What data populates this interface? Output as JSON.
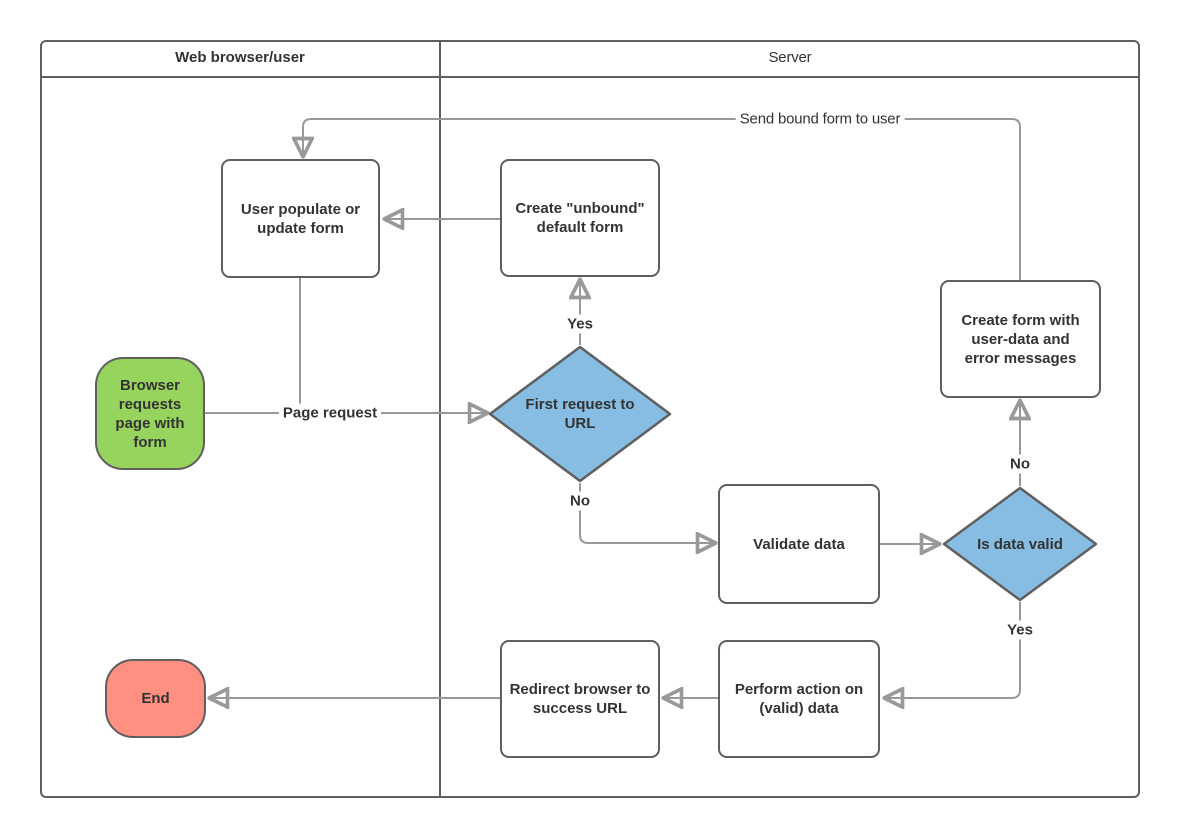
{
  "diagram": {
    "lanes": {
      "browser": "Web browser/user",
      "server": "Server"
    },
    "nodes": {
      "browser_request": "Browser requests page with form",
      "user_populate": "User populate or update form",
      "create_unbound": "Create \"unbound\" default form",
      "first_request": "First request to URL",
      "validate": "Validate data",
      "is_valid": "Is data valid",
      "create_form_errors": "Create form with user-data and error messages",
      "perform_action": "Perform action on (valid) data",
      "redirect": "Redirect browser to success URL",
      "end": "End"
    },
    "edge_labels": {
      "page_request": "Page request",
      "yes_first": "Yes",
      "no_first": "No",
      "no_valid": "No",
      "yes_valid": "Yes",
      "send_bound": "Send bound form to user"
    },
    "colors": {
      "terminator_start_fill": "#97d45e",
      "terminator_end_fill": "#ff8f80",
      "decision_fill": "#88bde3",
      "shape_border": "#5f5f5f",
      "arrow": "#999999",
      "text": "#333333"
    }
  }
}
